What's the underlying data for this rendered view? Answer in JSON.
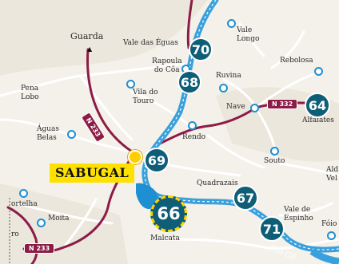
{
  "map": {
    "colors": {
      "background": "#f4f1ea",
      "land_patch": "#e9e4d8",
      "minor_road": "#ffffff",
      "national_road": "#8c1c46",
      "route": "#1f8fd3",
      "river": "#3aa0dc",
      "stage_marker": "#0f5e78",
      "highlight": "#ffe100"
    },
    "title_place": "SABUGAL",
    "places": {
      "guarda": "Guarda",
      "vale_das_eguas": "Vale das Éguas",
      "vale_longo": "Vale\nLongo",
      "rapoula": "Rapoula\ndo Côa",
      "ruvina": "Ruvina",
      "rebolosa": "Rebolosa",
      "pena_lobo": "Pena\nLobo",
      "vila_do_touro": "Vila do\nTouro",
      "nave": "Nave",
      "alfaiates": "Alfaiates",
      "aguas_belas": "Águas\nBelas",
      "rendo": "Rendo",
      "souto": "Souto",
      "ald": "Ald\nVel",
      "quadrazais": "Quadrazais",
      "vale_de_espinho": "Vale de\nEspinho",
      "foios": "Fóio",
      "ortelha": "ortelha",
      "moita": "Moita",
      "ro": "ro",
      "malcata": "Malcata"
    },
    "stages": {
      "s70": "70",
      "s68": "68",
      "s64": "64",
      "s69": "69",
      "s67": "67",
      "s71": "71",
      "s66": "66"
    },
    "roads": {
      "n233_a": "N 233",
      "n332": "N 332",
      "n233_b": "N 233"
    },
    "river": "Rio Cô"
  }
}
